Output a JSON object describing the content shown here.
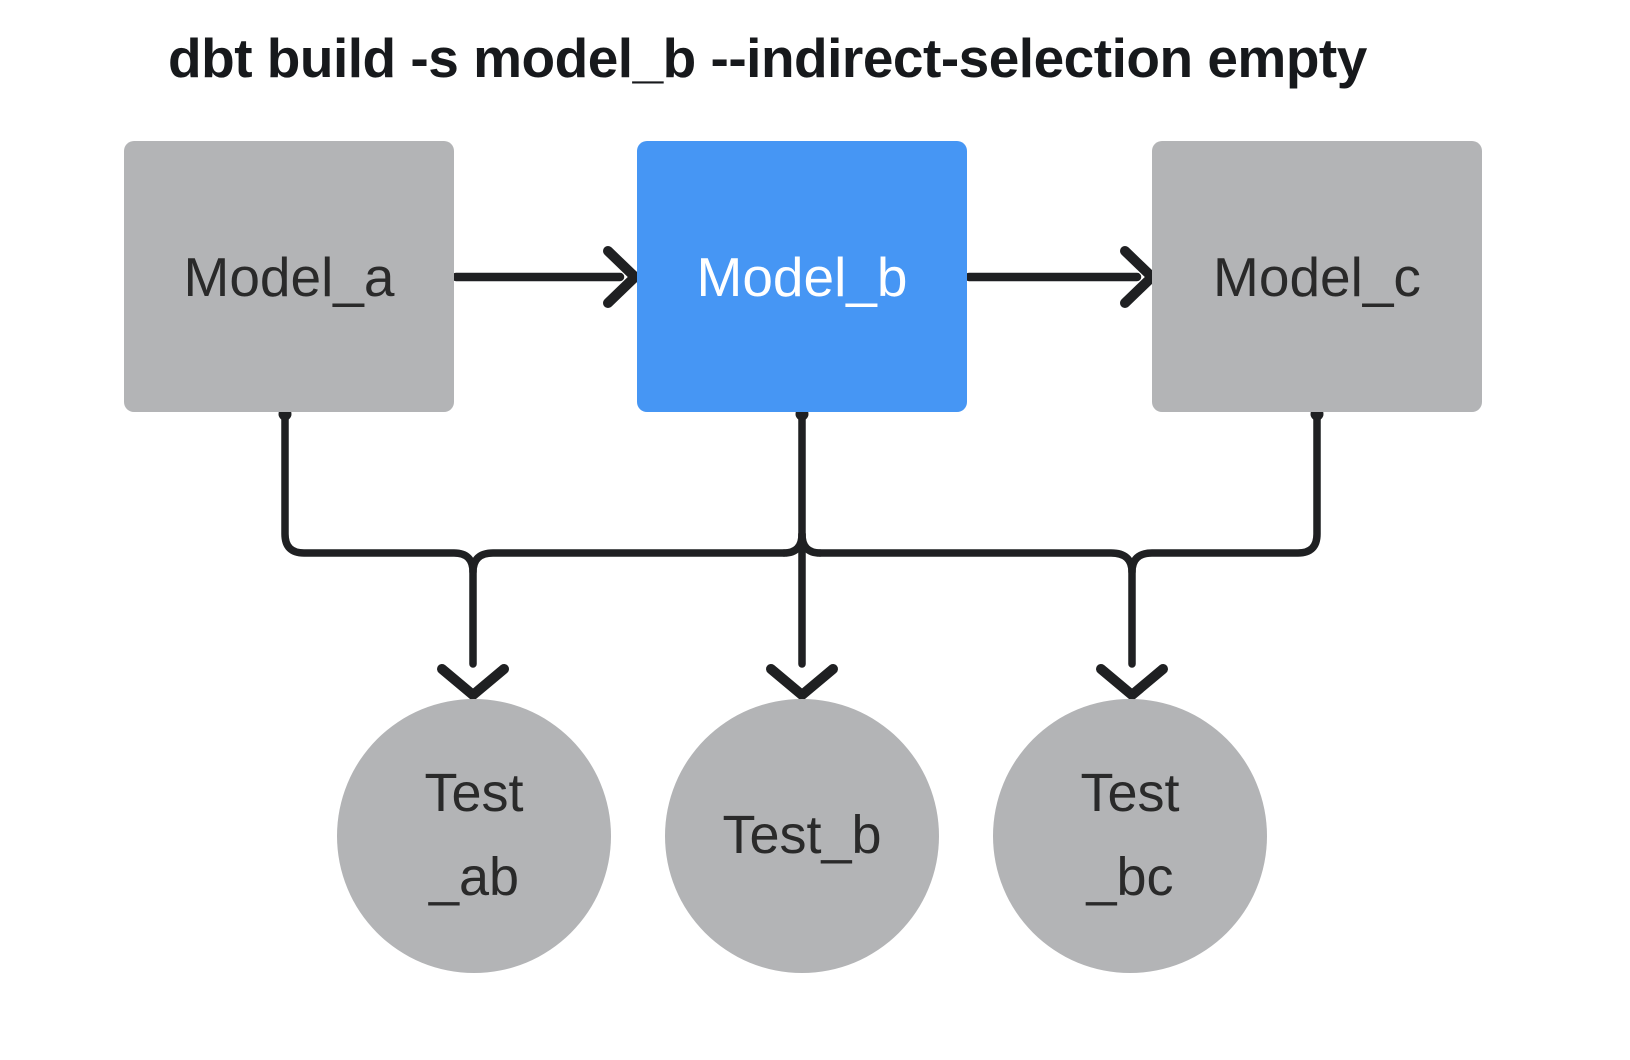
{
  "diagram": {
    "title": "dbt build -s model_b --indirect-selection empty",
    "models": [
      {
        "id": "model_a",
        "label": "Model_a",
        "state": "unselected"
      },
      {
        "id": "model_b",
        "label": "Model_b",
        "state": "selected"
      },
      {
        "id": "model_c",
        "label": "Model_c",
        "state": "unselected"
      }
    ],
    "tests": [
      {
        "id": "test_ab",
        "lines": [
          "Test",
          "_ab"
        ],
        "state": "unselected"
      },
      {
        "id": "test_b",
        "lines": [
          "Test_b"
        ],
        "state": "unselected"
      },
      {
        "id": "test_bc",
        "lines": [
          "Test",
          "_bc"
        ],
        "state": "unselected"
      }
    ],
    "edges": [
      [
        "model_a",
        "model_b"
      ],
      [
        "model_b",
        "model_c"
      ],
      [
        "model_a",
        "test_ab"
      ],
      [
        "model_b",
        "test_ab"
      ],
      [
        "model_b",
        "test_b"
      ],
      [
        "model_b",
        "test_bc"
      ],
      [
        "model_c",
        "test_bc"
      ]
    ],
    "colors": {
      "background": "#ffffff",
      "node_fill": "#b3b4b6",
      "node_text": "#2a2a2a",
      "selected_fill": "#4696f4",
      "selected_text": "#ffffff",
      "line": "#1f2022",
      "title_text": "#17191c"
    }
  }
}
